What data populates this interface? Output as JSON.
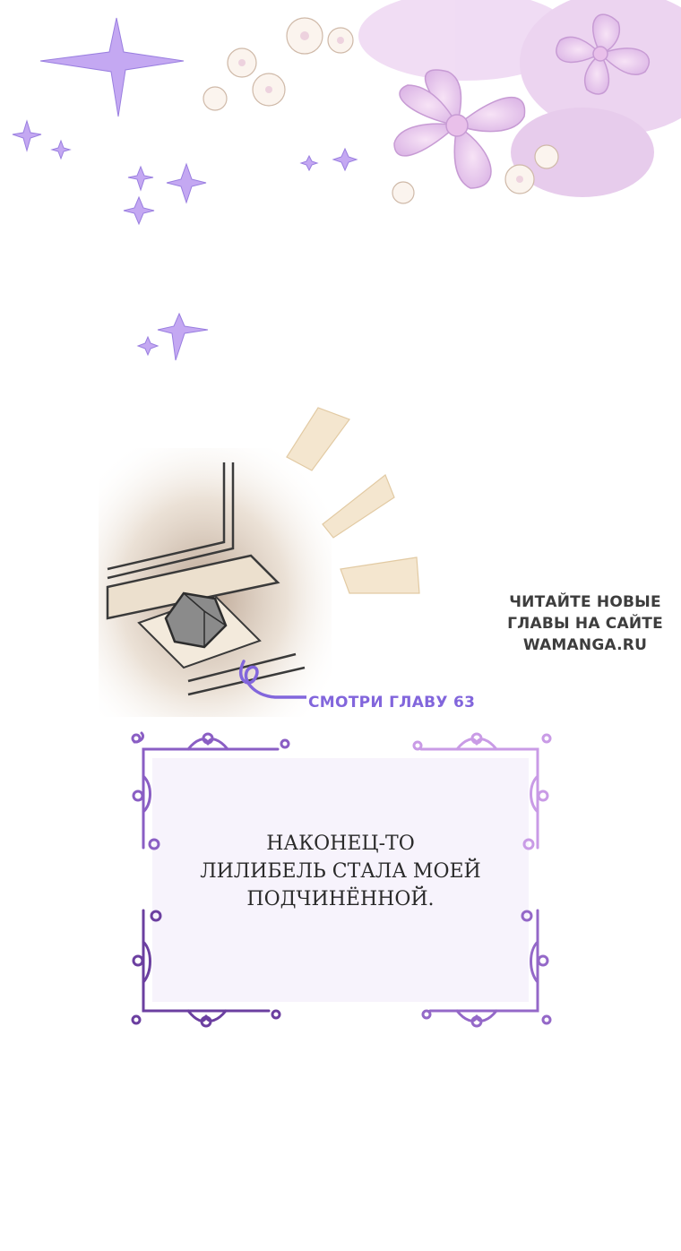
{
  "watermark": {
    "lines": [
      "ЧИТАЙТЕ НОВЫЕ",
      "ГЛАВЫ НА САЙТЕ",
      "WAMANGA.RU"
    ]
  },
  "annotation": {
    "chapter_reference": "СМОТРИ ГЛАВУ 63"
  },
  "caption": {
    "lines": [
      "НАКОНЕЦ-ТО",
      "ЛИЛИБЕЛЬ СТАЛА МОЕЙ",
      "ПОДЧИНЁННОЙ."
    ]
  },
  "colors": {
    "accent_purple": "#8266dc",
    "frame_dark": "#6b3fa0",
    "frame_light": "#c99be6",
    "flower_pink": "#e6c6ec",
    "caption_bg": "#f7f3fc"
  }
}
